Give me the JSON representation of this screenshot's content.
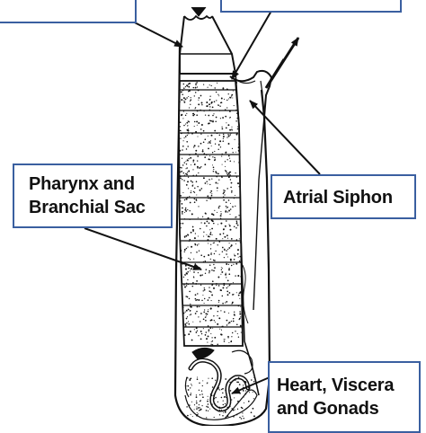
{
  "labels": {
    "pharynx": [
      "Pharynx and",
      "Branchial Sac"
    ],
    "atrial_siphon": "Atrial Siphon",
    "heart": [
      "Heart, Viscera",
      "and Gonads"
    ]
  },
  "colors": {
    "box_border": "#3a5fa0",
    "ink": "#111111",
    "background": "#ffffff"
  }
}
